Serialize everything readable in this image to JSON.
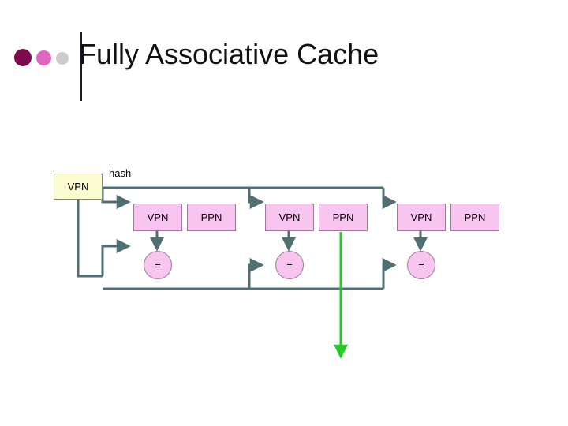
{
  "slide": {
    "title": "Fully Associative Cache",
    "header_bullets": [
      {
        "name": "bullet-dark-magenta",
        "color": "#7d0a4e"
      },
      {
        "name": "bullet-magenta",
        "color": "#e066c0"
      },
      {
        "name": "bullet-gray",
        "color": "#cccccc"
      }
    ],
    "header_rule_color": "#1a1a2e"
  },
  "diagram": {
    "source": {
      "label": "VPN",
      "fill": "#fbfbd0"
    },
    "hash_label": "hash",
    "entries": [
      {
        "vpn": "VPN",
        "ppn": "PPN",
        "compare": "="
      },
      {
        "vpn": "VPN",
        "ppn": "PPN",
        "compare": "="
      },
      {
        "vpn": "VPN",
        "ppn": "PPN",
        "compare": "="
      }
    ],
    "tag_fill": "#f7c5ef",
    "wire_color": "#4f6f73",
    "hit_wire_color": "#22cc22"
  }
}
